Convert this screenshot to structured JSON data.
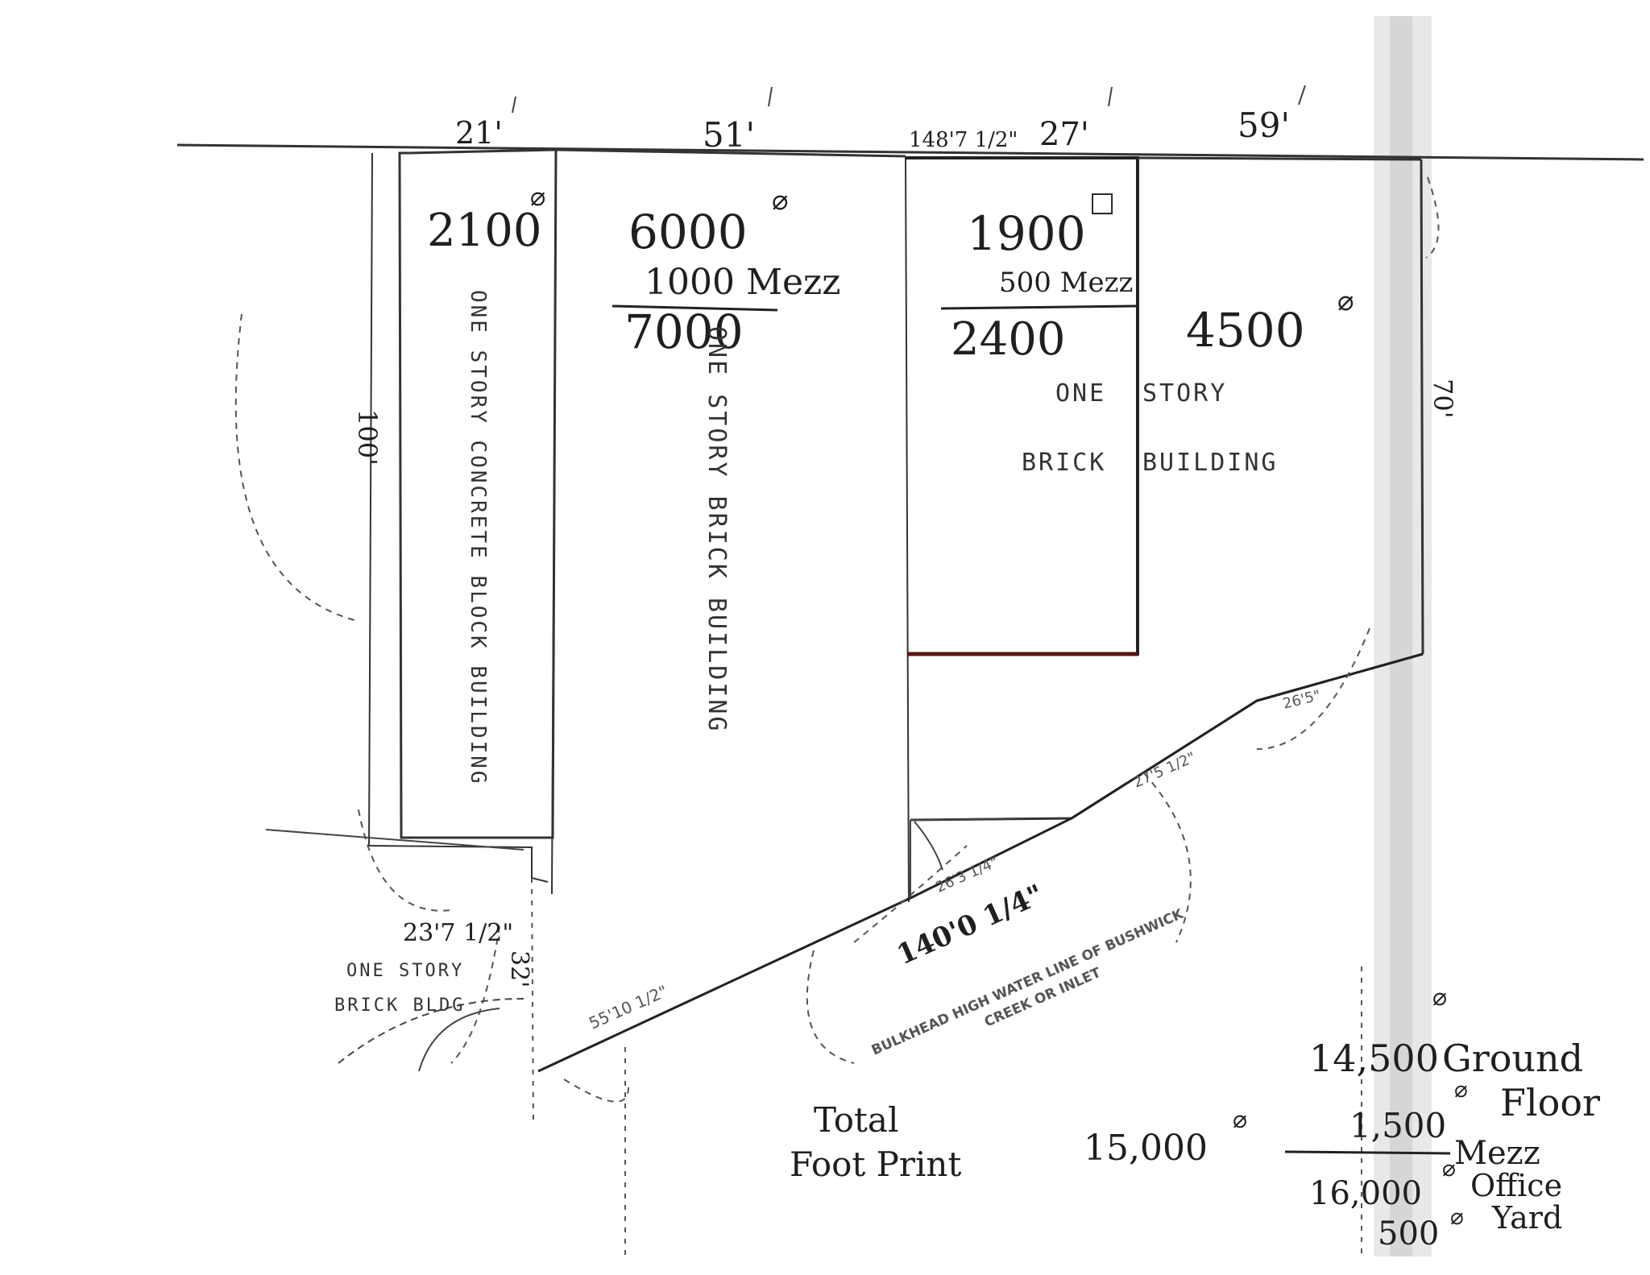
{
  "frontage": {
    "dim_1": "21'",
    "dim_2": "51'",
    "dim_3": "148'7 1/2\"",
    "dim_4": "27'",
    "dim_5": "59'"
  },
  "parcels": {
    "p1": {
      "area": "2100",
      "mark": "⌀",
      "label": "ONE STORY CONCRETE BLOCK BUILDING"
    },
    "p2": {
      "area": "6000",
      "mark": "⌀",
      "mezz": "1000 Mezz",
      "total": "7000",
      "label": "ONE STORY BRICK BUILDING"
    },
    "p3": {
      "area": "1900",
      "mark": "□",
      "mezz": "500 Mezz",
      "total": "2400",
      "label_1": "ONE",
      "label_2": "BRICK"
    },
    "p4": {
      "area": "4500",
      "mark": "⌀",
      "label_1": "STORY",
      "label_2": "BUILDING"
    }
  },
  "side_dims": {
    "left": "100'",
    "right": "70'",
    "left_lower": "32'"
  },
  "lower_dims": {
    "d1": "23'7 1/2\"",
    "d2": "55'10 1/2\"",
    "d3": "140'0 1/4\"",
    "d4": "26'3 1/4\"",
    "d5": "27'5 1/2\"",
    "d6": "26'5\""
  },
  "neighbor": {
    "line_1": "ONE STORY",
    "line_2": "BRICK BLDG"
  },
  "waterline": {
    "line_1": "BULKHEAD HIGH WATER LINE OF BUSHWICK",
    "line_2": "CREEK OR INLET"
  },
  "totals": {
    "footprint_label_1": "Total",
    "footprint_label_2": "Foot Print",
    "footprint_value": "15,000",
    "ground_value": "14,500",
    "ground_label_1": "Ground",
    "ground_label_2": "Floor",
    "mezz_value": "1,500",
    "mezz_label": "Mezz",
    "office_value": "16,000",
    "office_label": "Office",
    "yard_value": "500",
    "yard_label": "Yard",
    "mark": "⌀"
  }
}
